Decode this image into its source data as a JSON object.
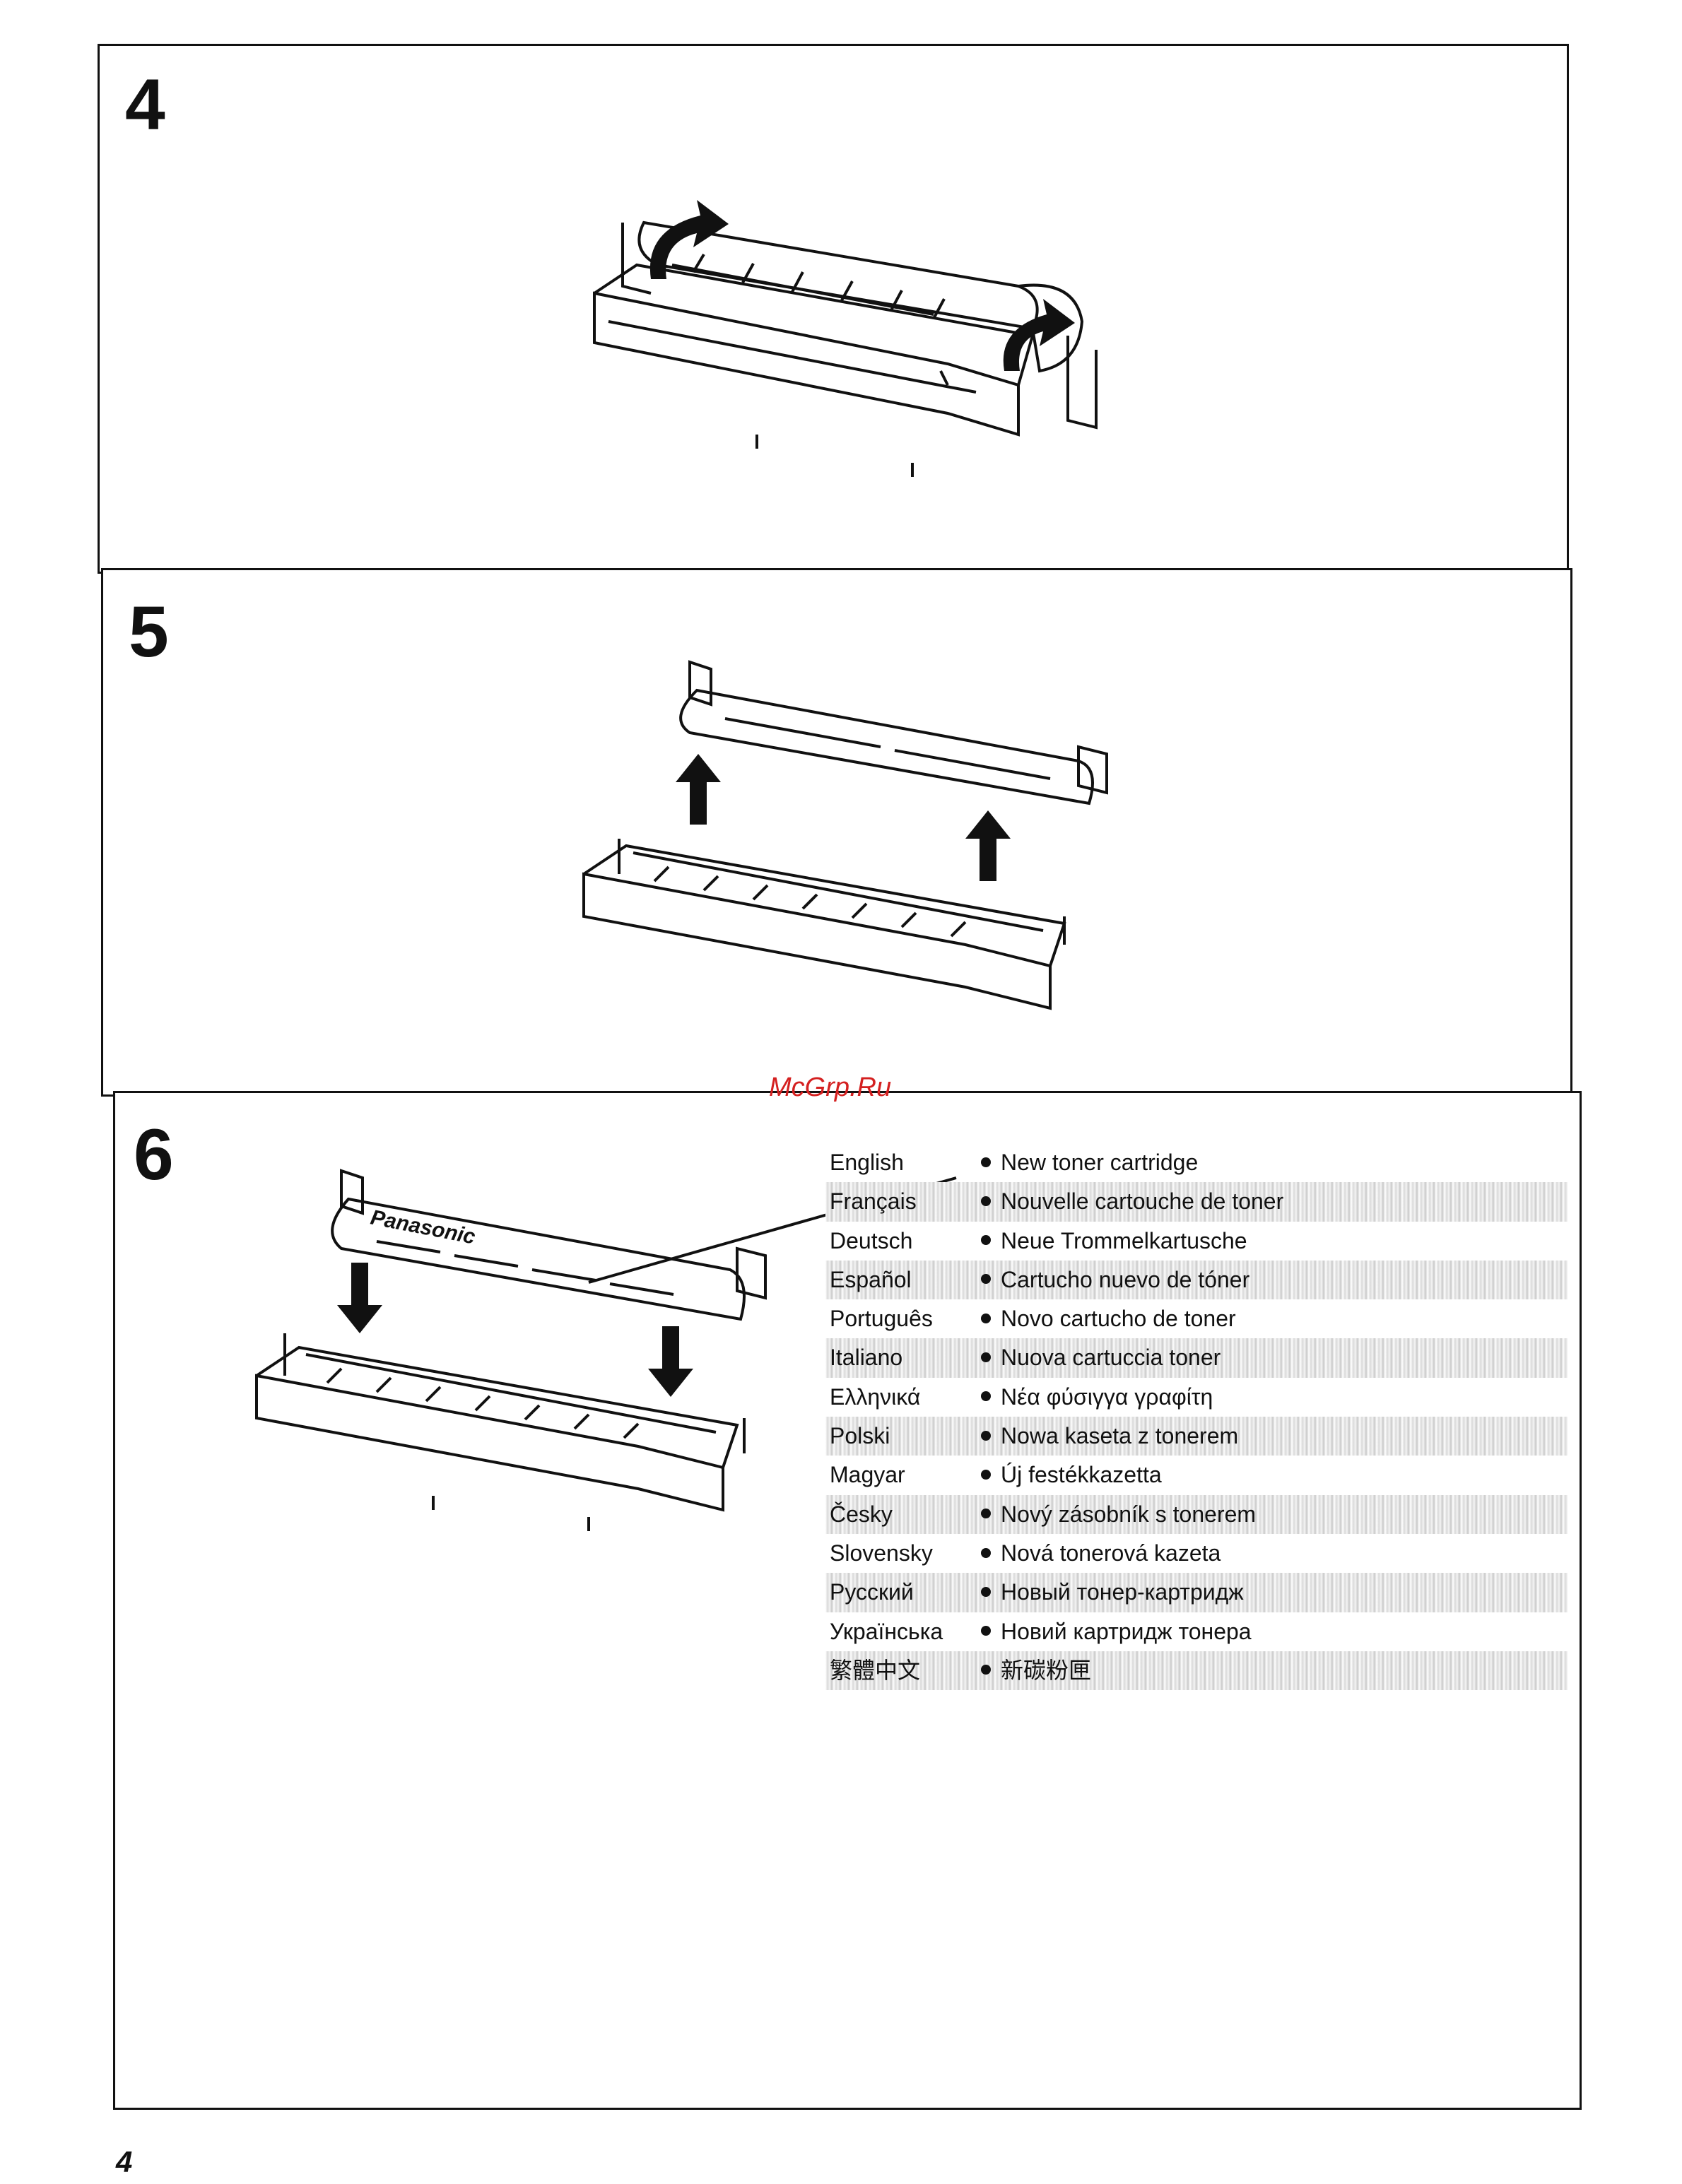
{
  "steps": [
    {
      "number": "4"
    },
    {
      "number": "5"
    },
    {
      "number": "6"
    }
  ],
  "watermark": "McGrp.Ru",
  "brand_on_cartridge": "Panasonic",
  "legend": [
    {
      "language": "English",
      "text": "New toner cartridge",
      "shaded": false
    },
    {
      "language": "Français",
      "text": "Nouvelle cartouche de toner",
      "shaded": true
    },
    {
      "language": "Deutsch",
      "text": "Neue Trommelkartusche",
      "shaded": false
    },
    {
      "language": "Español",
      "text": "Cartucho nuevo de tóner",
      "shaded": true
    },
    {
      "language": "Português",
      "text": "Novo cartucho de toner",
      "shaded": false
    },
    {
      "language": "Italiano",
      "text": "Nuova cartuccia toner",
      "shaded": true
    },
    {
      "language": "Ελληνικά",
      "text": "Νέα φύσιγγα γραφίτη",
      "shaded": false
    },
    {
      "language": "Polski",
      "text": "Nowa kaseta z tonerem",
      "shaded": true
    },
    {
      "language": "Magyar",
      "text": "Új festékkazetta",
      "shaded": false
    },
    {
      "language": "Česky",
      "text": "Nový zásobník s tonerem",
      "shaded": true
    },
    {
      "language": "Slovensky",
      "text": "Nová tonerová kazeta",
      "shaded": false
    },
    {
      "language": "Русский",
      "text": "Новый тонер-картридж",
      "shaded": true
    },
    {
      "language": "Українська",
      "text": "Новий картридж тонера",
      "shaded": false
    },
    {
      "language": "繁體中文",
      "text": "新碳粉匣",
      "shaded": true
    }
  ],
  "page_number": "4"
}
